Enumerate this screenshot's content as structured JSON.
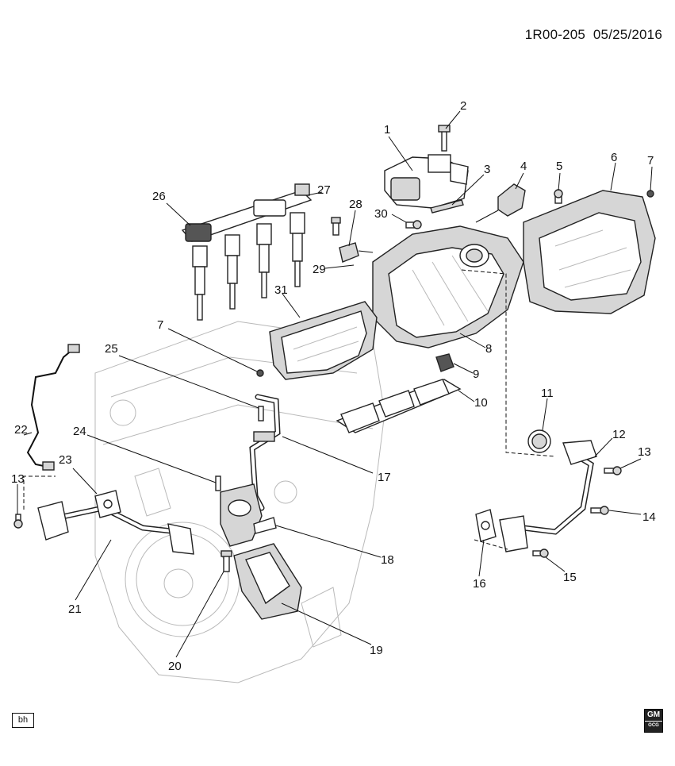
{
  "header": {
    "code": "1R00-205",
    "date": "05/25/2016"
  },
  "footer": {
    "code_box": "bh",
    "logo_text": "GM",
    "logo_sub": "OCG"
  },
  "callouts": [
    "1",
    "2",
    "3",
    "4",
    "5",
    "6",
    "7",
    "8",
    "9",
    "10",
    "11",
    "12",
    "13",
    "14",
    "15",
    "16",
    "17",
    "18",
    "19",
    "20",
    "21",
    "22",
    "23",
    "24",
    "25",
    "26",
    "27",
    "28",
    "29",
    "30",
    "31",
    "7",
    "13"
  ]
}
